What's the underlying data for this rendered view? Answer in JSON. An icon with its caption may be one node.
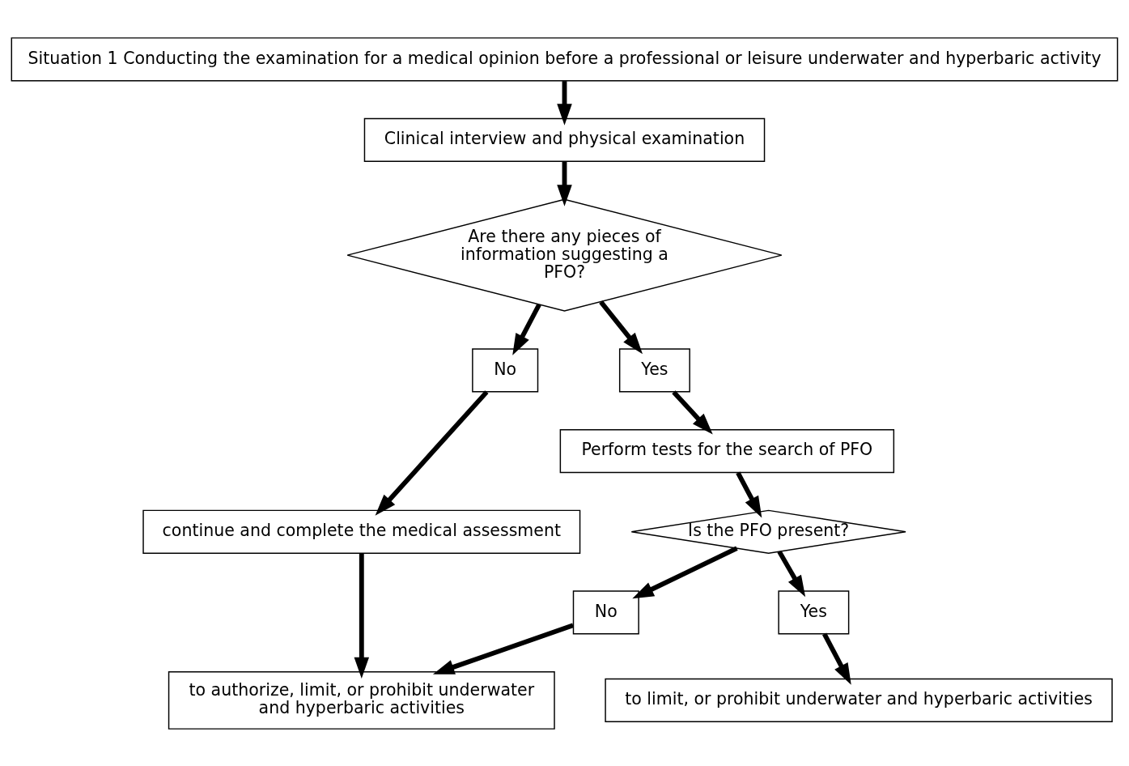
{
  "diagram": {
    "nodes": [
      {
        "text": [
          "Situation 1 Conducting the examination for a medical opinion before a professional or leisure underwater and hyperbaric activity"
        ]
      },
      {
        "text": [
          "Clinical interview and physical examination"
        ]
      },
      {
        "text": [
          "Are there any pieces of information suggesting a PFO?"
        ]
      },
      {
        "text": [
          "No"
        ]
      },
      {
        "text": [
          "Yes"
        ]
      },
      {
        "text": [
          "continue and complete the medical assessment"
        ]
      },
      {
        "text": [
          "Perform tests for the search of PFO"
        ]
      },
      {
        "text": [
          "to authorize, limit, or prohibit underwater and hyperbaric activities"
        ]
      },
      {
        "text": [
          "Is the PFO present?"
        ]
      },
      {
        "text": [
          "No"
        ]
      },
      {
        "text": [
          "Yes"
        ]
      },
      {
        "text": [
          "to limit, or prohibit underwater and hyperbaric activities"
        ]
      }
    ],
    "edges": [
      {
        "from": 0,
        "to": 1,
        "arrow": "to"
      },
      {
        "from": 1,
        "to": 2,
        "arrow": "to"
      },
      {
        "from": 2,
        "to": 3,
        "arrow": "to"
      },
      {
        "from": 2,
        "to": 4,
        "arrow": "to"
      },
      {
        "from": 3,
        "to": 5,
        "arrow": "to"
      },
      {
        "from": 4,
        "to": 6,
        "arrow": "to"
      },
      {
        "from": 5,
        "to": 7,
        "arrow": "to"
      },
      {
        "from": 6,
        "to": 8,
        "arrow": "to"
      },
      {
        "from": 8,
        "to": 9,
        "arrow": "to"
      },
      {
        "from": 8,
        "to": 10,
        "arrow": "to"
      },
      {
        "from": 9,
        "to": 7,
        "arrow": "to"
      },
      {
        "from": 10,
        "to": 11,
        "arrow": "to"
      }
    ]
  }
}
